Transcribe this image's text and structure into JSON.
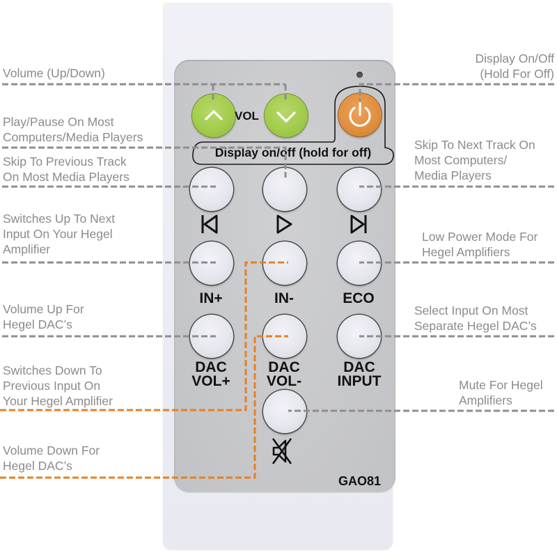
{
  "remote": {
    "model": "GAO81",
    "vol_label": "VOL",
    "display_bubble": "Display on/off (hold for off)",
    "buttons": {
      "vol_up": {
        "icon": "chevron-up-icon",
        "color": "#a3cc4d"
      },
      "vol_down": {
        "icon": "chevron-down-icon",
        "color": "#a3cc4d"
      },
      "power": {
        "icon": "power-icon",
        "color": "#e0903f"
      },
      "prev": {
        "icon": "skip-previous-icon"
      },
      "play": {
        "icon": "play-icon"
      },
      "next": {
        "icon": "skip-next-icon"
      },
      "in_plus": {
        "label": "IN+"
      },
      "in_minus": {
        "label": "IN-"
      },
      "eco": {
        "label": "ECO"
      },
      "dac_vol_plus": {
        "label_line1": "DAC",
        "label_line2": "VOL+"
      },
      "dac_vol_minus": {
        "label_line1": "DAC",
        "label_line2": "VOL-"
      },
      "dac_input": {
        "label_line1": "DAC",
        "label_line2": "INPUT"
      },
      "mute": {
        "icon": "mute-icon"
      }
    }
  },
  "callouts": {
    "left": [
      {
        "lines": [
          "Volume (Up/Down)"
        ]
      },
      {
        "lines": [
          "Play/Pause On Most",
          "Computers/Media Players"
        ]
      },
      {
        "lines": [
          "Skip To Previous Track",
          "On Most Media Players"
        ]
      },
      {
        "lines": [
          "Switches Up To Next",
          "Input On Your Hegel",
          "Amplifier"
        ]
      },
      {
        "lines": [
          "Volume Up For",
          "Hegel DAC’s"
        ]
      },
      {
        "lines": [
          "Switches Down To",
          "Previous Input On",
          "Your Hegel Amplifier"
        ]
      },
      {
        "lines": [
          "Volume Down For",
          "Hegel DAC’s"
        ]
      }
    ],
    "right": [
      {
        "lines": [
          "Display On/Off",
          "(Hold For Off)"
        ]
      },
      {
        "lines": [
          "Skip To Next Track On",
          "Most Computers/",
          "Media Players"
        ]
      },
      {
        "lines": [
          "Low Power Mode For",
          "Hegel Amplifiers"
        ]
      },
      {
        "lines": [
          "Select Input On Most",
          "Separate Hegel DAC’s"
        ]
      },
      {
        "lines": [
          "Mute For Hegel",
          "Amplifiers"
        ]
      }
    ]
  },
  "colors": {
    "leader_gray": "#8e8e8e",
    "leader_orange": "#e8801f",
    "callout_text": "#8b8b8b"
  }
}
